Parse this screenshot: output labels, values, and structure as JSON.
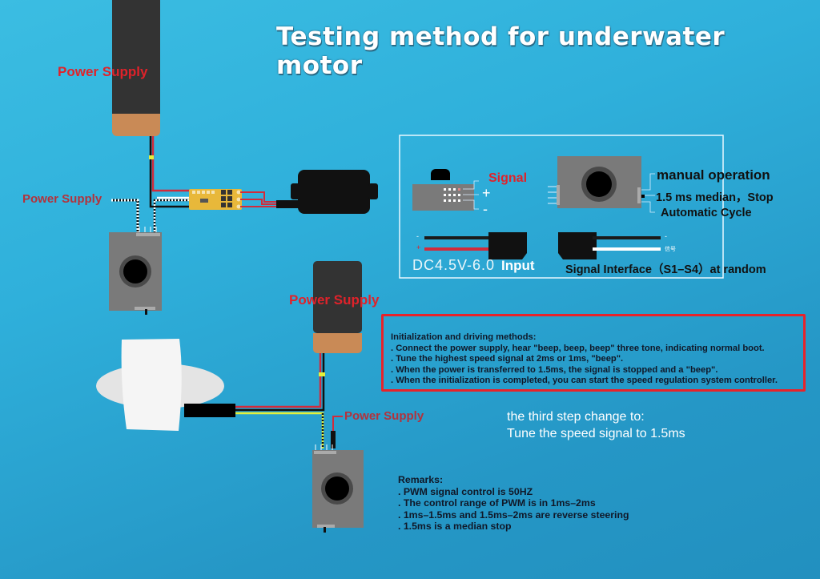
{
  "title": "Testing method for underwater motor",
  "labels": {
    "power_supply_top": "Power Supply",
    "power_supply_left": "Power Supply",
    "power_supply_middle": "Power Supply",
    "power_supply_bottom": "Power Supply"
  },
  "legend_box": {
    "signal": "Signal",
    "plus": "+",
    "minus": "-",
    "manual_operation": "manual operation",
    "median_stop": "1.5 ms median，Stop",
    "automatic_cycle": "Automatic Cycle",
    "voltage": "DC4.5V-6.0",
    "input": "Input",
    "signal_interface": "Signal Interface（S1–S4）at random",
    "wire_minus": "-",
    "wire_plus": "+",
    "wire_signal": "信号"
  },
  "initialization": {
    "heading": "Initialization and driving methods:",
    "steps": [
      ". Connect the power supply, hear \"beep, beep, beep\" three tone, indicating normal boot.",
      ". Tune the highest speed signal at 2ms or 1ms, \"beep\".",
      ". When the power is transferred to 1.5ms, the signal is stopped and a \"beep\".",
      ". When the initialization is completed, you can start the speed regulation system controller."
    ]
  },
  "note": {
    "line1": "the third step change to:",
    "line2": "Tune the speed signal to 1.5ms"
  },
  "remarks": {
    "heading": "Remarks:",
    "items": [
      ". PWM signal control is 50HZ",
      ". The control range of PWM is in 1ms–2ms",
      ". 1ms–1.5ms and 1.5ms–2ms are reverse steering",
      ". 1.5ms is a median stop"
    ]
  },
  "colors": {
    "battery_body": "#333333",
    "battery_cap": "#c98a56",
    "tester_body": "#7a7a7a",
    "wire_red": "#d22b3b",
    "wire_black": "#111111",
    "wire_yellow": "#e4f03a",
    "esc_board": "#e8b83a",
    "highlight_border": "#e8232a"
  }
}
